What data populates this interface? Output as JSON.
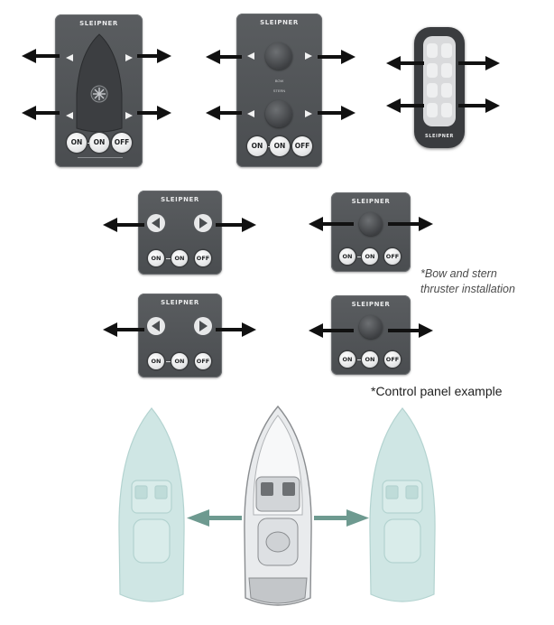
{
  "brand": "SLEIPNER",
  "buttons": {
    "on": "ON",
    "off": "OFF"
  },
  "panel_caption_bow": "BOW",
  "panel_caption_stern": "STERN",
  "notes": {
    "installation": "*Bow and stern thruster installation",
    "installation_line1": "*Bow and stern",
    "installation_line2": "thruster installation",
    "control_panel": "*Control panel example"
  },
  "colors": {
    "panel": "#505356",
    "arrow_black": "#111111",
    "boat_teal": "#cfe6e4",
    "boat_arrow": "#6e9a90"
  }
}
